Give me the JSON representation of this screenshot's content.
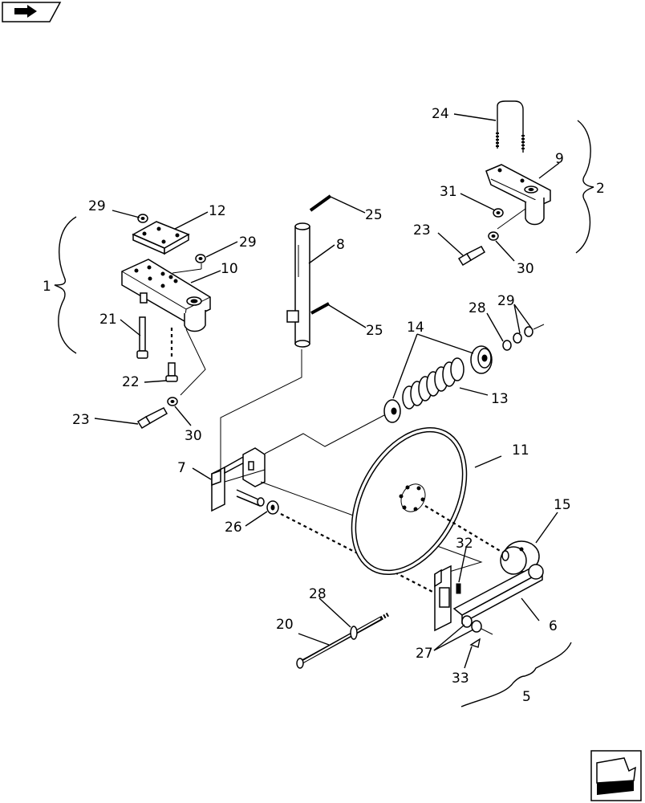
{
  "labels": {
    "l1": "1",
    "l2": "2",
    "l5": "5",
    "l6": "6",
    "l7": "7",
    "l8": "8",
    "l9": "9",
    "l10": "10",
    "l11": "11",
    "l12": "12",
    "l13": "13",
    "l14": "14",
    "l15": "15",
    "l20": "20",
    "l21": "21",
    "l22": "22",
    "l23a": "23",
    "l23b": "23",
    "l24": "24",
    "l25a": "25",
    "l25b": "25",
    "l26": "26",
    "l27": "27",
    "l28a": "28",
    "l28b": "28",
    "l29a": "29",
    "l29b": "29",
    "l29c": "29",
    "l30a": "30",
    "l30b": "30",
    "l31": "31",
    "l32": "32",
    "l33": "33"
  },
  "icons": {
    "top_left": "book-arrow-icon",
    "bottom_right": "next-page-arrow-icon"
  }
}
